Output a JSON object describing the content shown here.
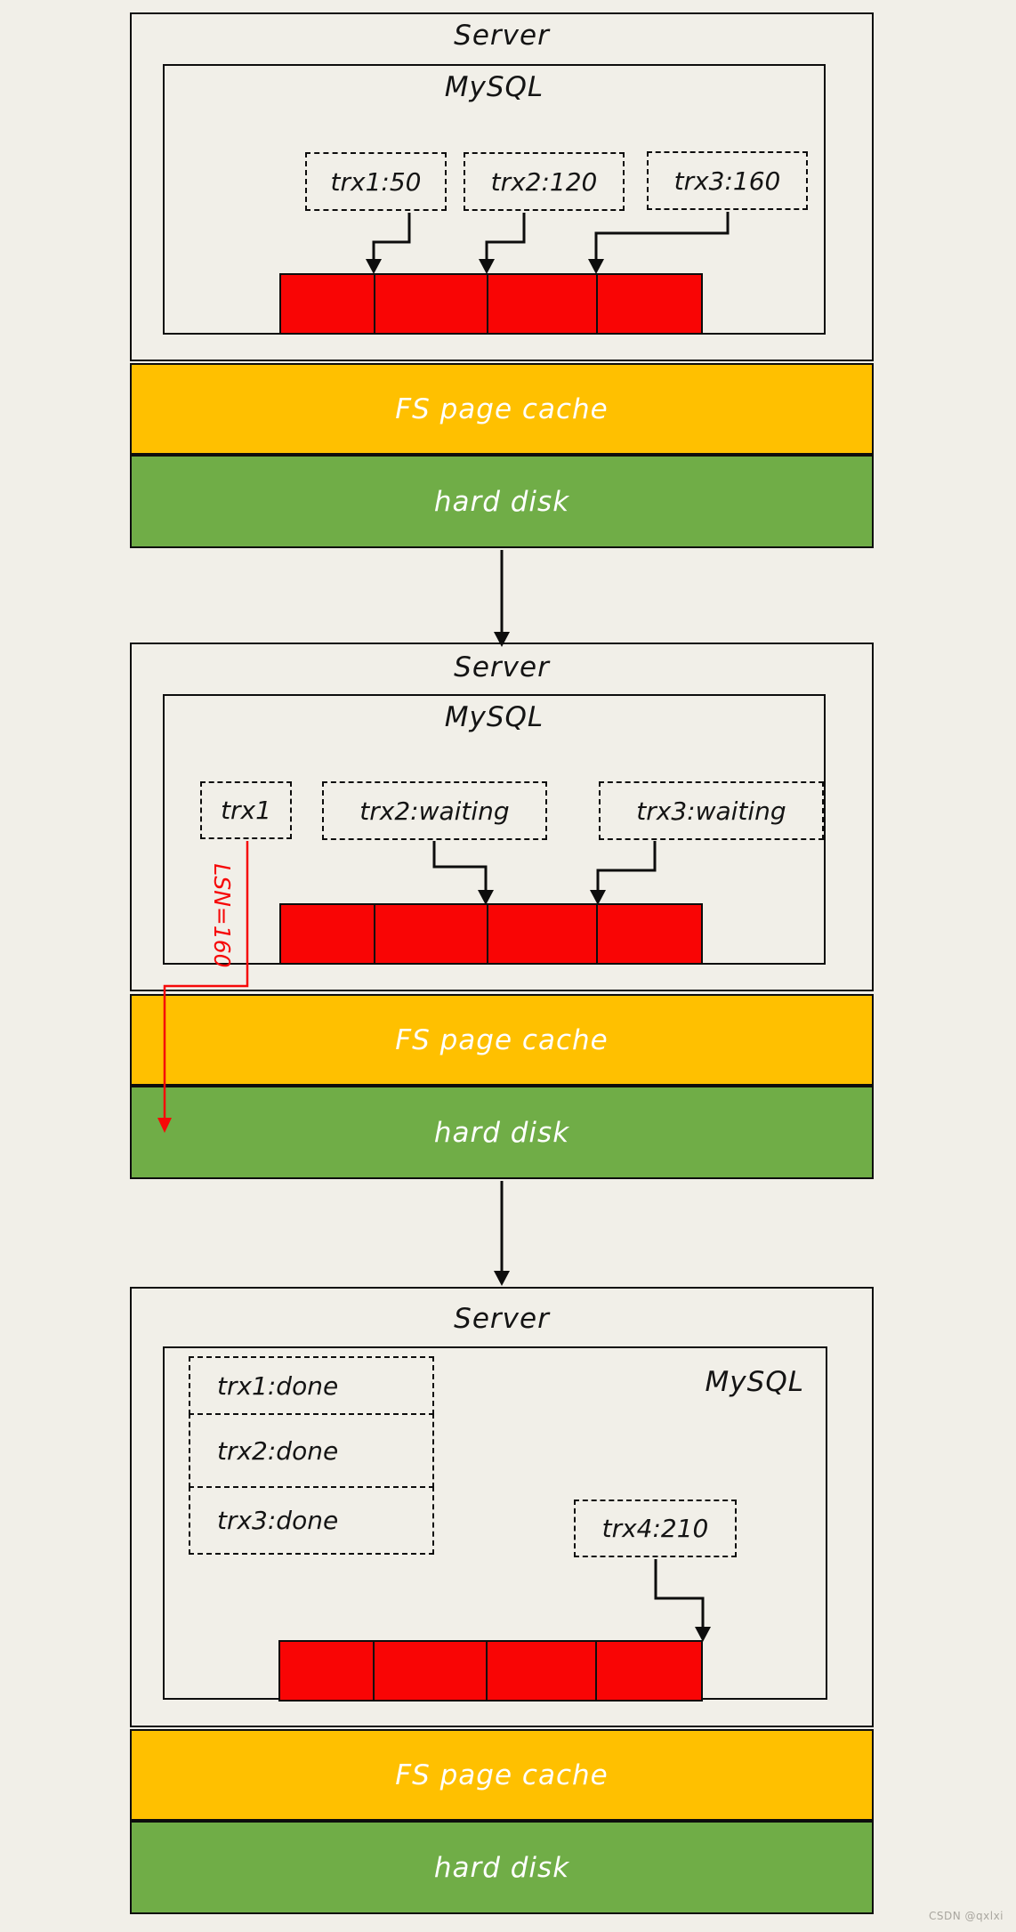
{
  "colors": {
    "background": "#f1efe8",
    "log_buffer_red": "#f90505",
    "fs_cache_yellow": "#ffc000",
    "hard_disk_green": "#70ad47",
    "lsn_line_red": "#f60808",
    "border_black": "#0d0d0d"
  },
  "sections": [
    {
      "server_label": "Server",
      "mysql_label": "MySQL",
      "trx_boxes": [
        {
          "label": "trx1:50"
        },
        {
          "label": "trx2:120"
        },
        {
          "label": "trx3:160"
        }
      ],
      "log_buffer_segments": 4,
      "cache_label": "FS page cache",
      "disk_label": "hard disk"
    },
    {
      "server_label": "Server",
      "mysql_label": "MySQL",
      "trx_boxes": [
        {
          "label": "trx1"
        },
        {
          "label": "trx2:waiting"
        },
        {
          "label": "trx3:waiting"
        }
      ],
      "lsn_label": "LSN=160",
      "log_buffer_segments": 4,
      "cache_label": "FS page cache",
      "disk_label": "hard disk"
    },
    {
      "server_label": "Server",
      "mysql_label": "MySQL",
      "done_boxes": [
        {
          "label": "trx1:done"
        },
        {
          "label": "trx2:done"
        },
        {
          "label": "trx3:done"
        }
      ],
      "trx4_box": {
        "label": "trx4:210"
      },
      "log_buffer_segments": 4,
      "cache_label": "FS page cache",
      "disk_label": "hard disk"
    }
  ],
  "watermark": "CSDN @qxlxi"
}
